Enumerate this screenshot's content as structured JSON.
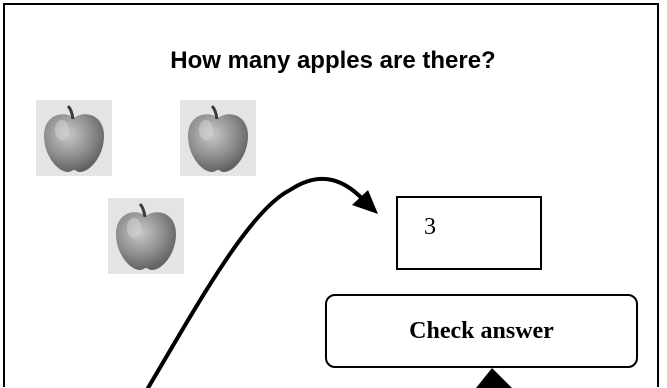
{
  "question": {
    "text": "How many apples are there?"
  },
  "apples": {
    "count_shown": 3,
    "icon": "apple-icon"
  },
  "answer_field": {
    "value": "3"
  },
  "check_button": {
    "label": "Check answer"
  },
  "colors": {
    "border": "#000000",
    "background": "#ffffff",
    "apple_dark": "#6e6e6e",
    "apple_light": "#bdbdbd"
  }
}
